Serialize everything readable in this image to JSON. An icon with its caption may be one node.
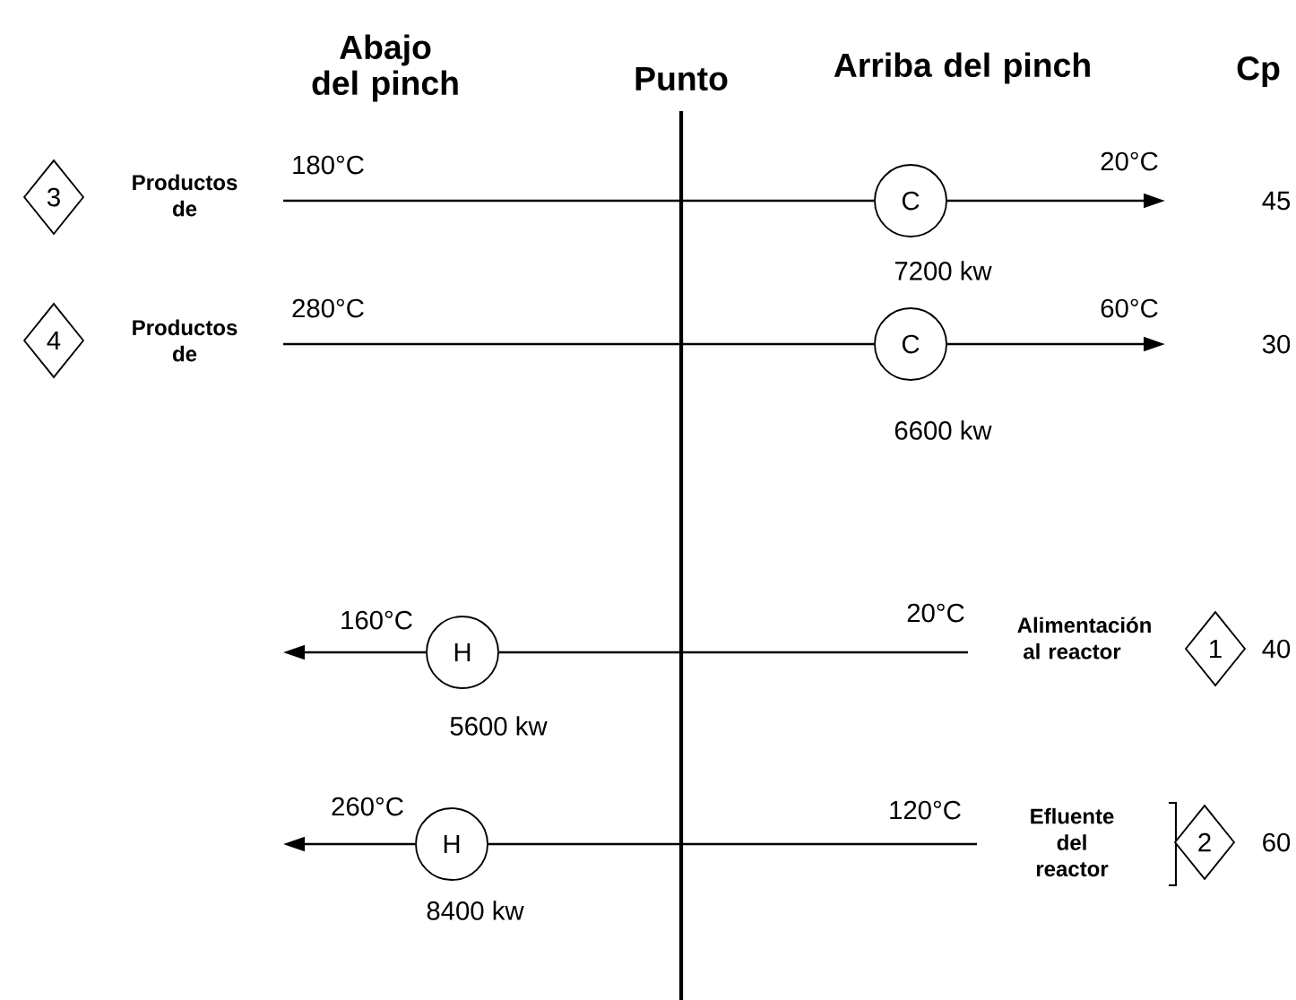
{
  "diagram": {
    "nodes": [
      {
        "text": [
          "3"
        ],
        "beside": [
          "Productos de"
        ]
      },
      {
        "text": [
          "C"
        ],
        "beside": [
          "7200 kw"
        ]
      },
      {
        "text": [
          "4"
        ],
        "beside": [
          "Productos de"
        ]
      },
      {
        "text": [
          "C"
        ],
        "beside": [
          "6600 kw"
        ]
      },
      {
        "text": [
          "H"
        ],
        "beside": [
          "5600 kw"
        ]
      },
      {
        "text": [
          "1"
        ],
        "beside": [
          "Alimentación al reactor"
        ]
      },
      {
        "text": [
          "H"
        ],
        "beside": [
          "8400 kw"
        ]
      },
      {
        "text": [
          "2"
        ],
        "beside": [
          "Efluente del reactor"
        ]
      }
    ],
    "edges": [
      {
        "from": null,
        "to": 1,
        "arrow": "none",
        "label": "180°C"
      },
      {
        "from": 1,
        "to": null,
        "arrow": "to",
        "label": "20°C"
      },
      {
        "from": null,
        "to": 3,
        "arrow": "none",
        "label": "280°C"
      },
      {
        "from": 3,
        "to": null,
        "arrow": "to",
        "label": "60°C"
      },
      {
        "from": null,
        "to": 4,
        "arrow": "none",
        "label": "20°C"
      },
      {
        "from": 4,
        "to": null,
        "arrow": "to",
        "label": "160°C"
      },
      {
        "from": null,
        "to": 6,
        "arrow": "none",
        "label": "120°C"
      },
      {
        "from": 6,
        "to": null,
        "arrow": "to",
        "label": "260°C"
      }
    ],
    "labels": [
      "Abajo del pinch",
      "Punto",
      "Arriba del pinch",
      "Cp",
      "45",
      "30",
      "40",
      "60"
    ]
  }
}
